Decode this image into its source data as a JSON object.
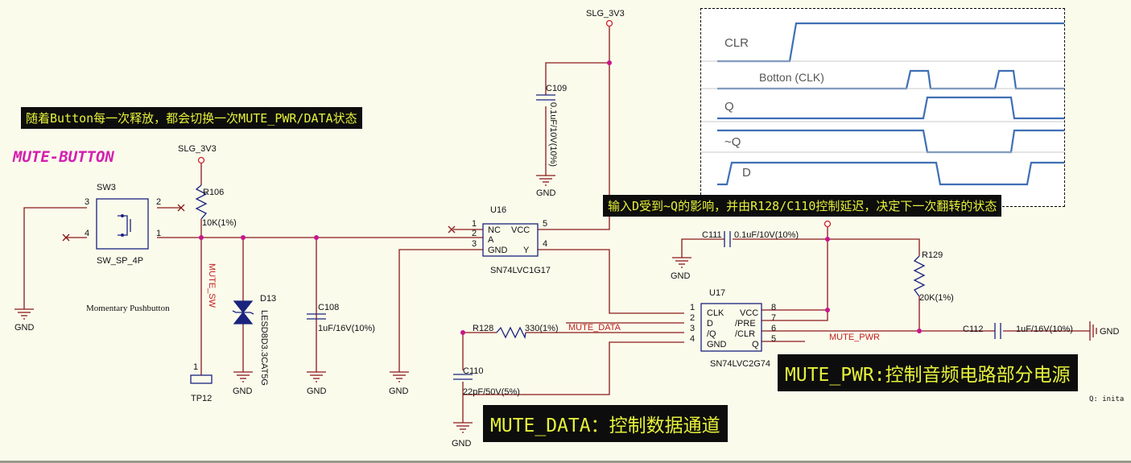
{
  "power": {
    "slg3v3_top": "SLG_3V3",
    "slg3v3_left": "SLG_3V3"
  },
  "title": "MUTE-BUTTON",
  "notes": {
    "top_left": "随着Button每一次释放，都会切换一次MUTE_PWR/DATA状态",
    "right": "输入D受到~Q的影响，并由R128/C110控制延迟，决定下一次翻转的状态",
    "mute_pwr": "MUTE_PWR:控制音频电路部分电源",
    "mute_data": "MUTE_DATA：控制数据通道"
  },
  "sw3": {
    "ref": "SW3",
    "part": "SW_SP_4P",
    "pin3": "3",
    "pin2": "2",
    "pin4": "4",
    "pin1": "1",
    "desc": "Momentary Pushbutton"
  },
  "r106": {
    "ref": "R106",
    "value": "10K(1%)"
  },
  "tp12": {
    "ref": "TP12",
    "pin": "1"
  },
  "d13": {
    "ref": "D13",
    "part": "LESD8D3.3CAT5G"
  },
  "c108": {
    "ref": "C108",
    "value": "1uF/16V(10%)"
  },
  "c109": {
    "ref": "C109",
    "value": "0.1uF/10V(10%)"
  },
  "u16": {
    "ref": "U16",
    "part": "SN74LVC1G17",
    "nc": "NC",
    "a": "A",
    "gnd": "GND",
    "vcc": "VCC",
    "y": "Y",
    "p1": "1",
    "p2": "2",
    "p3": "3",
    "p4": "4",
    "p5": "5"
  },
  "c111": {
    "ref": "C111",
    "value": "0.1uF/10V(10%)"
  },
  "r129": {
    "ref": "R129",
    "value": "20K(1%)"
  },
  "u17": {
    "ref": "U17",
    "part": "SN74LVC2G74",
    "l1": "CLK",
    "l2": "D",
    "l3": "/Q",
    "l4": "GND",
    "r8": "VCC",
    "r7": "/PRE",
    "r6": "/CLR",
    "r5": "Q",
    "p1": "1",
    "p2": "2",
    "p3": "3",
    "p4": "4",
    "p5": "5",
    "p6": "6",
    "p7": "7",
    "p8": "8"
  },
  "r128": {
    "ref": "R128",
    "value": "330(1%)"
  },
  "c110": {
    "ref": "C110",
    "value": "22pF/50V(5%)"
  },
  "c112": {
    "ref": "C112",
    "value": "1uF/16V(10%)"
  },
  "nets": {
    "mute_sw": "MUTE_SW",
    "mute_data": "MUTE_DATA",
    "mute_pwr": "MUTE_PWR",
    "gnd": "GND"
  },
  "corner_text": "Q: inita",
  "waveform": {
    "clr": "CLR",
    "button": "Botton (CLK)",
    "q": "Q",
    "nq": "~Q",
    "d": "D"
  },
  "colors": {
    "wire": "#8b1a1a",
    "junction": "#c8168c",
    "title": "#d41fb0",
    "note_bg": "#0d0d0d",
    "note_fg": "#e6f13a",
    "wave": "#3f6fb4"
  }
}
